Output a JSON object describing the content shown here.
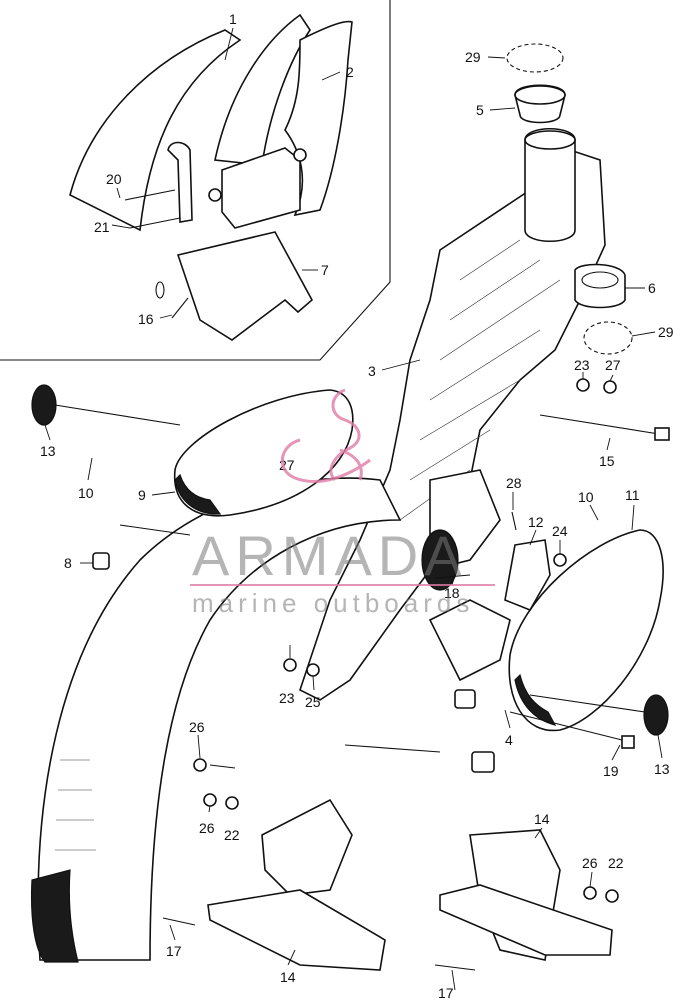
{
  "watermark": {
    "brand": "ARMADA",
    "tagline": "marine outboards",
    "logo_color": "#e07aa6",
    "text_color": "#8a8a8a"
  },
  "callouts": {
    "c1": "1",
    "c2": "2",
    "c3": "3",
    "c4": "4",
    "c5": "5",
    "c6": "6",
    "c7": "7",
    "c8": "8",
    "c9": "9",
    "c10a": "10",
    "c10b": "10",
    "c11": "11",
    "c12": "12",
    "c13a": "13",
    "c13b": "13",
    "c14a": "14",
    "c14b": "14",
    "c15": "15",
    "c16": "16",
    "c17a": "17",
    "c17b": "17",
    "c18": "18",
    "c19": "19",
    "c20": "20",
    "c21": "21",
    "c22a": "22",
    "c22b": "22",
    "c23a": "23",
    "c23b": "23",
    "c24": "24",
    "c25": "25",
    "c26a": "26",
    "c26b": "26",
    "c26c": "26",
    "c27a": "27",
    "c27b": "27",
    "c28": "28",
    "c29a": "29",
    "c29b": "29"
  }
}
